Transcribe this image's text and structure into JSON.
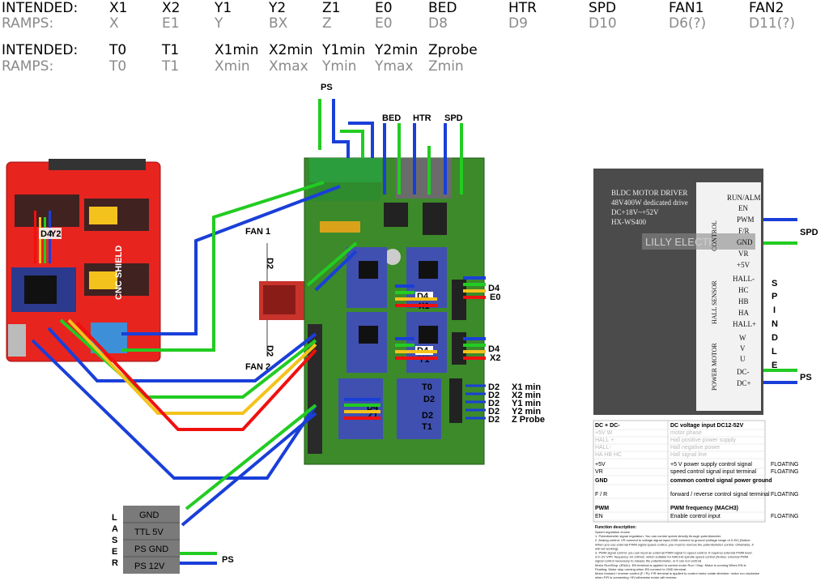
{
  "mapping_table": {
    "row1_intended": [
      "INTENDED:",
      "X1",
      "X2",
      "Y1",
      "Y2",
      "Z1",
      "E0",
      "BED",
      "HTR",
      "SPD",
      "FAN1",
      "FAN2"
    ],
    "row1_ramps": [
      "RAMPS:",
      "X",
      "E1",
      "Y",
      "BX",
      "Z",
      "E0",
      "D8",
      "D9",
      "D10",
      "D6(?)",
      "D11(?)"
    ],
    "row2_intended": [
      "INTENDED:",
      "T0",
      "T1",
      "X1min",
      "X2min",
      "Y1min",
      "Y2min",
      "Zprobe"
    ],
    "row2_ramps": [
      "RAMPS:",
      "T0",
      "T1",
      "Xmin",
      "Xmax",
      "Ymin",
      "Ymax",
      "Zmin"
    ]
  },
  "ramps_board": {
    "ps_label": "PS",
    "power_labels": [
      "BED",
      "HTR",
      "SPD"
    ],
    "driver_labels": {
      "x1": [
        "D4",
        "X1"
      ],
      "y1": [
        "D4",
        "Y1"
      ],
      "z1": [
        "D4",
        "Z1"
      ],
      "e0": [
        "D4",
        "E0"
      ],
      "x2": [
        "D4",
        "X2"
      ],
      "t0": [
        "T0",
        "D2"
      ],
      "t1": [
        "D2",
        "T1"
      ]
    },
    "endstops": [
      {
        "pin": "D2",
        "name": "X1 min"
      },
      {
        "pin": "D2",
        "name": "X2 min"
      },
      {
        "pin": "D2",
        "name": "Y1 min"
      },
      {
        "pin": "D2",
        "name": "Y2 min"
      },
      {
        "pin": "D2",
        "name": "Z Probe"
      }
    ]
  },
  "cnc_shield": {
    "label": "CNC SHIELD",
    "driver_labels": [
      "D4",
      "Y2"
    ]
  },
  "mosfet": {
    "fan1": "FAN 1",
    "fan2": "FAN 2",
    "pin": "D2"
  },
  "laser": {
    "side_label": [
      "L",
      "A",
      "S",
      "E",
      "R"
    ],
    "pins": [
      "GND",
      "TTL 5V",
      "PS GND",
      "PS 12V"
    ],
    "ps_label": "PS"
  },
  "bldc_driver": {
    "title": [
      "BLDC MOTOR DRIVER",
      "48V400W dedicated drive",
      "DC+18V~+52V",
      "HX-WS400"
    ],
    "brand": "LILLY ELECTR",
    "terminals": [
      "RUN/ALM",
      "EN",
      "PWM",
      "F/R",
      "GND",
      "VR",
      "+5V",
      "HALL-",
      "HC",
      "HB",
      "HA",
      "HALL+",
      "W",
      "V",
      "U",
      "DC-",
      "DC+"
    ],
    "group_labels": [
      "CONTROL",
      "HALL SENSOR",
      "POWER MOTOR"
    ],
    "spindle_label": [
      "S",
      "P",
      "I",
      "N",
      "D",
      "L",
      "E"
    ],
    "spd_label": "SPD",
    "ps_label": "PS"
  },
  "spec_table": {
    "rows": [
      {
        "pin": "DC + DC-",
        "desc": "DC voltage input DC12-52V",
        "note": "",
        "dim": false
      },
      {
        "pin": "+5V W",
        "desc": "motor phase",
        "note": "",
        "dim": true
      },
      {
        "pin": "HALL +",
        "desc": "Hall positive power supply",
        "note": "",
        "dim": true
      },
      {
        "pin": "HALL-",
        "desc": "Hall negative power",
        "note": "",
        "dim": true
      },
      {
        "pin": "HA HB HC",
        "desc": "Hall signal line",
        "note": "",
        "dim": true
      },
      {
        "pin": "+5V",
        "desc": "+5 V power supply control signal",
        "note": "FLOATING",
        "dim": false
      },
      {
        "pin": "VR",
        "desc": "speed control signal input terminal",
        "note": "FLOATING",
        "dim": false
      },
      {
        "pin": "GND",
        "desc": "common control signal power ground",
        "note": "",
        "dim": false
      },
      {
        "pin": "F / R",
        "desc": "forward / reverse control signal terminal",
        "note": "FLOATING",
        "dim": false
      },
      {
        "pin": "PWM",
        "desc": "PWM frequency (MACH3)",
        "note": "",
        "dim": false
      },
      {
        "pin": "EN",
        "desc": "Enable control input",
        "note": "FLOATING",
        "dim": false
      }
    ],
    "function_heading": "Function description:",
    "function_lines": [
      "Speed regulation choice",
      "1. Potentiometer signal regulation: You can control speed directly through potentiometer.",
      "2. Analog control: VR connect to voltage signal input,GND connect to ground (voltage range of 0-5V) (Notice:",
      "When you use external PWM signal speed control, you must to remove the potentiometer control. Otherwise, it",
      "will not working)",
      "3. PWM signal control: you can input an external PWM signal to speed control. It requires external PWM level:",
      "3.5~2V VPP, frequency 1K-10KHZ, which suitable for MACH3 spindle speed control (Notice: external PWM",
      "signal control necessary to release the potentiometer, or it can not control)",
      "Motor Run/Stop: (EN&L): EN terminal is applied to control motor Run / Stop. Motor is running When EN is",
      "Floating; Motor stop running when EN connect to GND terminal.",
      "Motor forward / reverse control (F / R): F/R terminal is applied to control motor rotate direction: motor run clockwise",
      "when F/R is connecting +5V;otherwise motor will reverse."
    ]
  }
}
